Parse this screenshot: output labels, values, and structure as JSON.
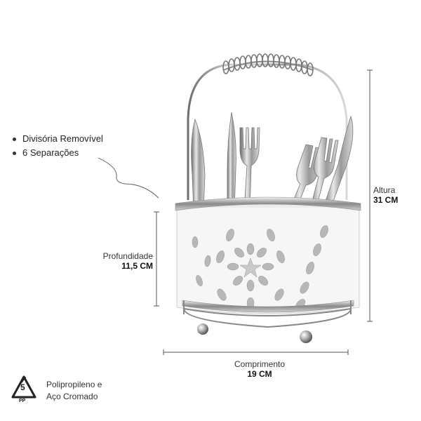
{
  "features": [
    "Divisória Removível",
    "6 Separações"
  ],
  "dimensions": {
    "height": {
      "label": "Altura",
      "value": "31 CM"
    },
    "depth": {
      "label": "Profundidade",
      "value": "11,5 CM"
    },
    "length": {
      "label": "Comprimento",
      "value": "19 CM"
    }
  },
  "recycling": {
    "code": "5",
    "abbr": "PP"
  },
  "material": {
    "line1": "Polipropileno e",
    "line2": "Aço Cromado"
  }
}
